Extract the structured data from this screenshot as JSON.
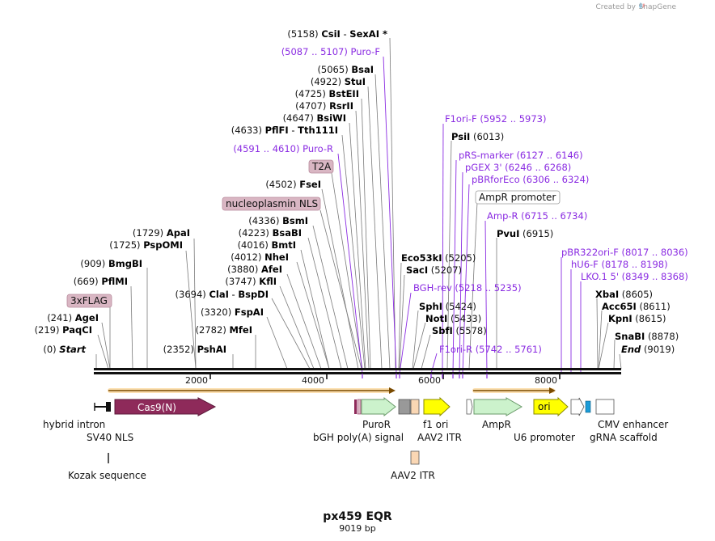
{
  "brand": {
    "created_by": "Created by",
    "name": "SnapGene"
  },
  "map": {
    "title": "px459 EQR",
    "length_label": "9019 bp",
    "scale_ticks": [
      "2000",
      "4000",
      "6000",
      "8000"
    ]
  },
  "sites_left": [
    {
      "num": "(0)",
      "name": "Start",
      "italic": true
    },
    {
      "num": "(219)",
      "name": "PaqCI"
    },
    {
      "num": "(241)",
      "name": "AgeI"
    },
    {
      "num": "(669)",
      "name": "PflMI"
    },
    {
      "num": "(909)",
      "name": "BmgBI"
    },
    {
      "num": "(1725)",
      "name": "PspOMI"
    },
    {
      "num": "(1729)",
      "name": "ApaI"
    },
    {
      "num": "(2352)",
      "name": "PshAI"
    },
    {
      "num": "(2782)",
      "name": "MfeI"
    },
    {
      "num": "(3320)",
      "name": "FspAI"
    },
    {
      "num": "(3694)",
      "name": "ClaI",
      "extra": "-",
      "name2": "BspDI"
    },
    {
      "num": "(3747)",
      "name": "KflI"
    },
    {
      "num": "(3880)",
      "name": "AfeI"
    },
    {
      "num": "(4012)",
      "name": "NheI"
    },
    {
      "num": "(4016)",
      "name": "BmtI"
    },
    {
      "num": "(4223)",
      "name": "BsaBI"
    },
    {
      "num": "(4336)",
      "name": "BsmI"
    },
    {
      "num": "(4502)",
      "name": "FseI"
    },
    {
      "num": "(4633)",
      "name": "PflFI",
      "extra": "-",
      "name2": "Tth111I"
    },
    {
      "num": "(4647)",
      "name": "BsiWI"
    },
    {
      "num": "(4707)",
      "name": "RsrII"
    },
    {
      "num": "(4725)",
      "name": "BstEII"
    },
    {
      "num": "(4922)",
      "name": "StuI"
    },
    {
      "num": "(5065)",
      "name": "BsaI"
    },
    {
      "num": "(5158)",
      "name": "CsiI",
      "extra": "-",
      "name2": "SexAI *"
    }
  ],
  "sites_right": [
    {
      "name": "Eco53kI",
      "num": "(5205)"
    },
    {
      "name": "SacI",
      "num": "(5207)"
    },
    {
      "name": "SphI",
      "num": "(5424)"
    },
    {
      "name": "NotI",
      "num": "(5433)"
    },
    {
      "name": "SbfI",
      "num": "(5578)"
    },
    {
      "name": "PsiI",
      "num": "(6013)"
    },
    {
      "name": "PvuI",
      "num": "(6915)"
    },
    {
      "name": "XbaI",
      "num": "(8605)"
    },
    {
      "name": "Acc65I",
      "num": "(8611)"
    },
    {
      "name": "KpnI",
      "num": "(8615)"
    },
    {
      "name": "SnaBI",
      "num": "(8878)"
    },
    {
      "name": "End",
      "num": "(9019)",
      "italic": true
    }
  ],
  "primers": [
    {
      "range": "(5087 .. 5107)",
      "name": "Puro-F"
    },
    {
      "range": "(4591 .. 4610)",
      "name": "Puro-R"
    },
    {
      "name": "F1ori-F",
      "range": "(5952 .. 5973)"
    },
    {
      "name": "pRS-marker",
      "range": "(6127 .. 6146)"
    },
    {
      "name": "pGEX 3'",
      "range": "(6246 .. 6268)"
    },
    {
      "name": "pBRforEco",
      "range": "(6306 .. 6324)"
    },
    {
      "name": "Amp-R",
      "range": "(6715 .. 6734)"
    },
    {
      "name": "BGH-rev",
      "range": "(5218 .. 5235)"
    },
    {
      "name": "F1ori-R",
      "range": "(5742 .. 5761)"
    },
    {
      "name": "pBR322ori-F",
      "range": "(8017 .. 8036)"
    },
    {
      "name": "hU6-F",
      "range": "(8178 .. 8198)"
    },
    {
      "name": "LKO.1 5'",
      "range": "(8349 .. 8368)"
    }
  ],
  "tags": {
    "flag": "3xFLAG",
    "t2a": "T2A",
    "nls": "nucleoplasmin NLS",
    "amp_promoter": "AmpR promoter"
  },
  "features": {
    "cas9": "Cas9(N)",
    "ori": "ori",
    "hybrid_intron": "hybrid intron",
    "sv40_nls": "SV40 NLS",
    "kozak": "Kozak sequence",
    "puror": "PuroR",
    "bgh": "bGH poly(A) signal",
    "f1ori": "f1 ori",
    "aav2_itr_a": "AAV2 ITR",
    "aav2_itr_b": "AAV2 ITR",
    "ampr": "AmpR",
    "u6": "U6 promoter",
    "cmv": "CMV enhancer",
    "grna": "gRNA scaffold"
  },
  "colors": {
    "cas9": "#8e2a5a",
    "puror": "#ccf2cc",
    "ampr": "#ccf2cc",
    "ori": "#ffff00",
    "f1ori": "#ffff00",
    "itr": "#fad7b4",
    "primer": "#8a2be2",
    "tag_fill": "#d9b6c3",
    "orf_arrow": "#f5a623",
    "grna": "#1a9bd8"
  }
}
